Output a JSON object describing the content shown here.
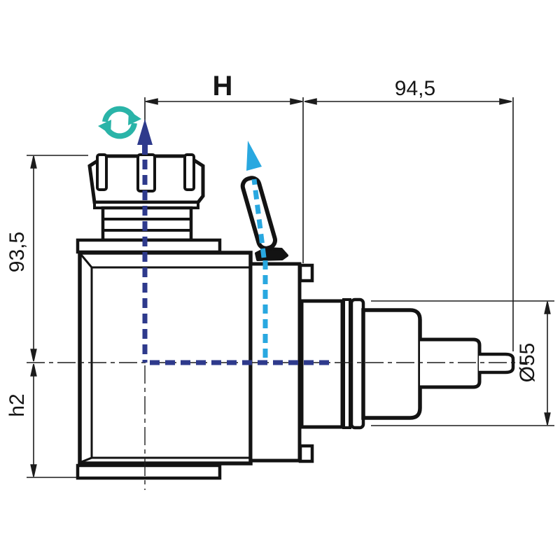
{
  "drawing": {
    "type": "technical-dimension-drawing",
    "subject": "right-angle collet head, side view",
    "dimensions": {
      "head_width_label": "H",
      "spindle_length_label": "94,5",
      "upper_height_label": "93,5",
      "lower_height_label": "h2",
      "spindle_diameter_label": "Ø55"
    },
    "colors": {
      "outline": "#131313",
      "spindle_axis_blue": "#2e3a8c",
      "clamp_axis_cyan": "#29a8e0",
      "rotation_teal": "#2ab4a8"
    },
    "icons": {
      "rotation": "rotation-arrows-icon",
      "spindle_direction": "spindle-axis-arrow-icon",
      "clamp_direction": "clamp-lever-arrow-icon"
    }
  }
}
